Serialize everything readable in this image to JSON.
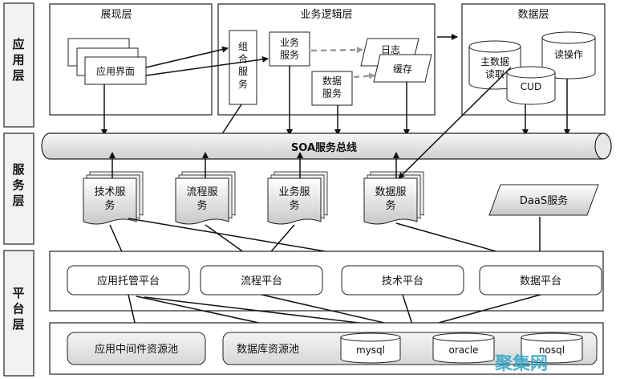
{
  "layers": {
    "app": "应\n用\n层",
    "service": "服\n务\n层",
    "platform": "平\n台\n层"
  },
  "app_layer": {
    "presentation": {
      "title": "展现层",
      "app_ui": "应用界面"
    },
    "business": {
      "title": "业务逻辑层",
      "composite": "组\n合\n服\n务",
      "biz_service": "业务\n服务",
      "data_service": "数据\n服务",
      "log": "日志",
      "cache": "缓存"
    },
    "data": {
      "title": "数据层",
      "master_read": "主数据\n读取",
      "cud": "CUD",
      "read_op": "读操作"
    }
  },
  "bus": {
    "label": "SOA服务总线"
  },
  "services": {
    "tech": "技术服\n务",
    "flow": "流程服\n务",
    "biz": "业务服\n务",
    "data": "数据服\n务",
    "daas": "DaaS服务"
  },
  "platforms": {
    "hosting": "应用托管平台",
    "flow": "流程平台",
    "tech": "技术平台",
    "data": "数据平台"
  },
  "resources": {
    "middleware_pool": "应用中间件资源池",
    "db_pool": "数据库资源池",
    "mysql": "mysql",
    "oracle": "oracle",
    "nosql": "nosql"
  },
  "watermark": "聚集网"
}
